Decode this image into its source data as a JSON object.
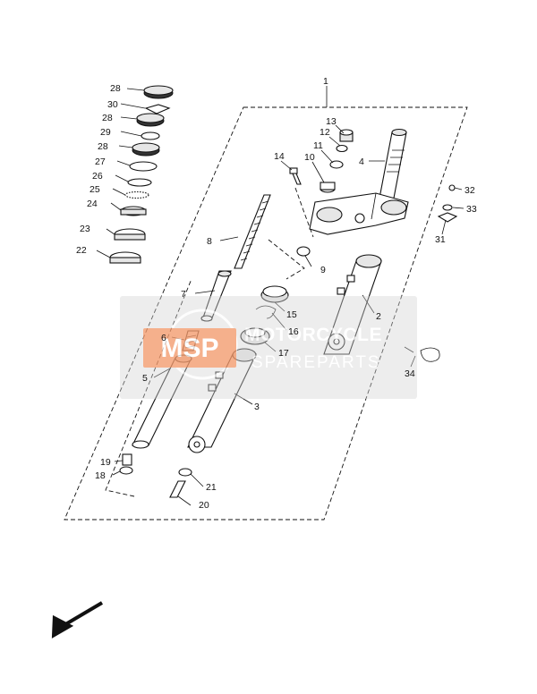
{
  "callouts": [
    {
      "id": "1",
      "label": "1"
    },
    {
      "id": "2",
      "label": "2"
    },
    {
      "id": "3",
      "label": "3"
    },
    {
      "id": "4",
      "label": "4"
    },
    {
      "id": "5",
      "label": "5"
    },
    {
      "id": "6",
      "label": "6"
    },
    {
      "id": "7",
      "label": "7"
    },
    {
      "id": "8",
      "label": "8"
    },
    {
      "id": "9",
      "label": "9"
    },
    {
      "id": "10",
      "label": "10"
    },
    {
      "id": "11",
      "label": "11"
    },
    {
      "id": "12",
      "label": "12"
    },
    {
      "id": "13",
      "label": "13"
    },
    {
      "id": "14",
      "label": "14"
    },
    {
      "id": "15",
      "label": "15"
    },
    {
      "id": "16",
      "label": "16"
    },
    {
      "id": "17",
      "label": "17"
    },
    {
      "id": "18",
      "label": "18"
    },
    {
      "id": "19",
      "label": "19"
    },
    {
      "id": "20",
      "label": "20"
    },
    {
      "id": "21",
      "label": "21"
    },
    {
      "id": "22",
      "label": "22"
    },
    {
      "id": "23",
      "label": "23"
    },
    {
      "id": "24",
      "label": "24"
    },
    {
      "id": "25",
      "label": "25"
    },
    {
      "id": "26",
      "label": "26"
    },
    {
      "id": "27",
      "label": "27"
    },
    {
      "id": "28a",
      "label": "28"
    },
    {
      "id": "29",
      "label": "29"
    },
    {
      "id": "28b",
      "label": "28"
    },
    {
      "id": "30",
      "label": "30"
    },
    {
      "id": "28c",
      "label": "28"
    },
    {
      "id": "31",
      "label": "31"
    },
    {
      "id": "32",
      "label": "32"
    },
    {
      "id": "33",
      "label": "33"
    },
    {
      "id": "34",
      "label": "34"
    }
  ],
  "watermark": {
    "line1": "MOTORCYCLE",
    "line2": "SPAREPARTS",
    "logo": "MSP",
    "color_orange": "#f39a6c",
    "color_gray": "#c8c8c8"
  },
  "icons": {
    "direction_arrow": "arrow-down-left-icon"
  }
}
